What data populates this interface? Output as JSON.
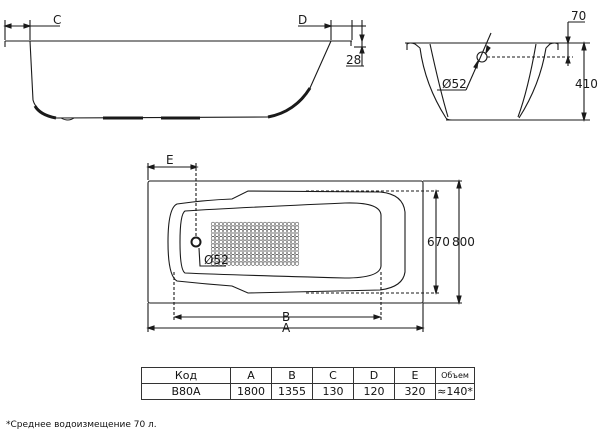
{
  "drawing": {
    "side_view": {
      "labels": {
        "c": "C",
        "d": "D",
        "rim_height": "28"
      }
    },
    "end_view": {
      "labels": {
        "overflow_diameter": "Ø52",
        "overflow_offset": "70",
        "depth": "410"
      }
    },
    "top_view": {
      "labels": {
        "e": "E",
        "drain_diameter": "Ø52",
        "inner_width": "670",
        "outer_width": "800",
        "b": "B",
        "a": "A"
      }
    }
  },
  "spec_table": {
    "headers": [
      "Код",
      "A",
      "B",
      "C",
      "D",
      "E",
      "Объем"
    ],
    "rows": [
      [
        "B80A",
        "1800",
        "1355",
        "130",
        "120",
        "320",
        "≈140*"
      ]
    ]
  },
  "footnote": "*Среднее водоизмещение 70 л."
}
